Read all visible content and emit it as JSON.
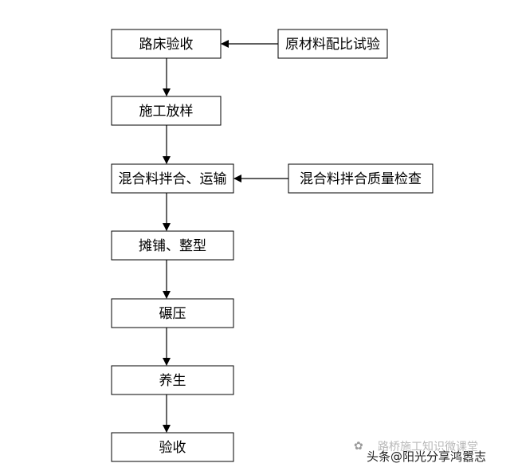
{
  "nodes": [
    {
      "id": "n1",
      "label": "路床验收"
    },
    {
      "id": "n2",
      "label": "施工放样"
    },
    {
      "id": "n3",
      "label": "混合料拌合、运输"
    },
    {
      "id": "n4",
      "label": "摊铺、整型"
    },
    {
      "id": "n5",
      "label": "碾压"
    },
    {
      "id": "n6",
      "label": "养生"
    },
    {
      "id": "n7",
      "label": "验收"
    },
    {
      "id": "s1",
      "label": "原材料配比试验"
    },
    {
      "id": "s2",
      "label": "混合料拌合质量检查"
    }
  ],
  "edges": [
    {
      "from": "n1",
      "to": "n2"
    },
    {
      "from": "n2",
      "to": "n3"
    },
    {
      "from": "n3",
      "to": "n4"
    },
    {
      "from": "n4",
      "to": "n5"
    },
    {
      "from": "n5",
      "to": "n6"
    },
    {
      "from": "n6",
      "to": "n7"
    },
    {
      "from": "s1",
      "to": "n1"
    },
    {
      "from": "s2",
      "to": "n3"
    }
  ],
  "watermark": {
    "back_text": "路桥施工知识微课堂",
    "front_text": "头条@阳光分享鸿嚣志"
  },
  "colors": {
    "line": "#000000",
    "box_fill": "#ffffff",
    "watermark_back": "#b8b8b8",
    "watermark_front": "#222222"
  }
}
